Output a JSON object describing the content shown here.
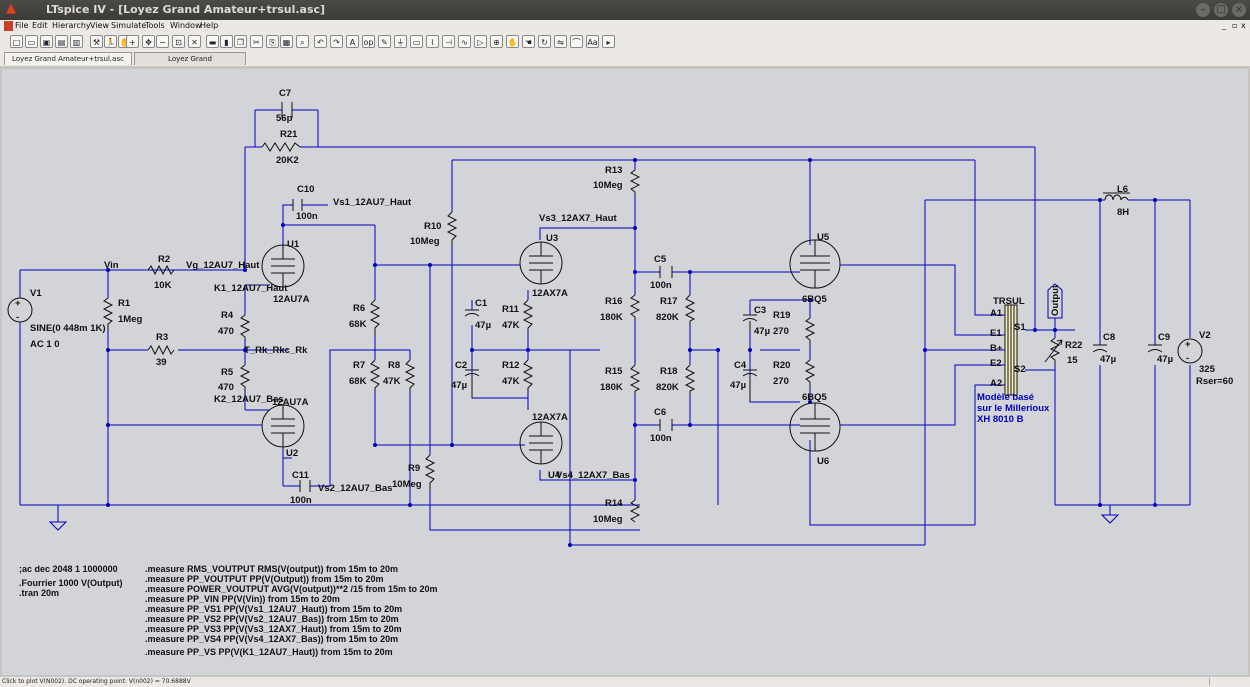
{
  "window": {
    "title": "LTspice IV - [Loyez Grand Amateur+trsul.asc]"
  },
  "menu": [
    "File",
    "Edit",
    "Hierarchy",
    "View",
    "Simulate",
    "Tools",
    "Window",
    "Help"
  ],
  "tabs": [
    "Loyez Grand Amateur+trsul.asc",
    "Loyez Grand Amateur+trsul.raw"
  ],
  "toolbar_icons": [
    "new-icon",
    "open-icon",
    "save-icon",
    "print-setup-icon",
    "print-icon",
    "control-panel-icon",
    "run-icon",
    "halt-icon",
    "zoom-in-icon",
    "pan-icon",
    "zoom-out-icon",
    "zoom-fit-icon",
    "cancel-icon",
    "tile-horizontal-icon",
    "tile-vertical-icon",
    "cascade-icon",
    "cut-icon",
    "copy-icon",
    "paste-icon",
    "find-icon",
    "undo-icon",
    "redo-icon",
    "text-icon",
    "spice-directive-icon",
    "wire-icon",
    "ground-icon",
    "label-icon",
    "resistor-icon",
    "capacitor-icon",
    "inductor-icon",
    "diode-icon",
    "component-icon",
    "move-icon",
    "drag-icon",
    "rotate-icon",
    "mirror-icon",
    "draw-icon",
    "font-icon",
    "pick-icon"
  ],
  "schematic": {
    "components": {
      "C7": {
        "ref": "C7",
        "value": "56p"
      },
      "R21": {
        "ref": "R21",
        "value": "20K2"
      },
      "C10": {
        "ref": "C10",
        "value": "100n"
      },
      "U1": {
        "ref": "U1",
        "model": "12AU7A"
      },
      "U2": {
        "ref": "U2",
        "model": "12AU7A"
      },
      "U3": {
        "ref": "U3",
        "model": "12AX7A"
      },
      "U4": {
        "ref": "U4",
        "model": "12AX7A"
      },
      "U5": {
        "ref": "U5",
        "model": "6BQ5"
      },
      "U6": {
        "ref": "U6",
        "model": "6BQ5"
      },
      "V1": {
        "ref": "V1",
        "value": "SINE(0 448m 1K)",
        "ac": "AC 1 0"
      },
      "V2": {
        "ref": "V2",
        "value": "325",
        "rser": "Rser=60"
      },
      "R1": {
        "ref": "R1",
        "value": "1Meg"
      },
      "R2": {
        "ref": "R2",
        "value": "10K"
      },
      "R3": {
        "ref": "R3",
        "value": "39"
      },
      "R4": {
        "ref": "R4",
        "value": "470"
      },
      "R5": {
        "ref": "R5",
        "value": "470"
      },
      "R6": {
        "ref": "R6",
        "value": "68K"
      },
      "R7": {
        "ref": "R7",
        "value": "68K"
      },
      "R8": {
        "ref": "R8",
        "value": "47K"
      },
      "R9": {
        "ref": "R9",
        "value": "10Meg"
      },
      "R10": {
        "ref": "R10",
        "value": "10Meg"
      },
      "R11": {
        "ref": "R11",
        "value": "47K"
      },
      "R12": {
        "ref": "R12",
        "value": "47K"
      },
      "R13": {
        "ref": "R13",
        "value": "10Meg"
      },
      "R14": {
        "ref": "R14",
        "value": "10Meg"
      },
      "R15": {
        "ref": "R15",
        "value": "180K"
      },
      "R16": {
        "ref": "R16",
        "value": "180K"
      },
      "R17": {
        "ref": "R17",
        "value": "820K"
      },
      "R18": {
        "ref": "R18",
        "value": "820K"
      },
      "R19": {
        "ref": "R19",
        "value": "270"
      },
      "R20": {
        "ref": "R20",
        "value": "270"
      },
      "R22": {
        "ref": "R22",
        "value": "15"
      },
      "C1": {
        "ref": "C1",
        "value": "47µ"
      },
      "C2": {
        "ref": "C2",
        "value": "47µ"
      },
      "C3": {
        "ref": "C3",
        "value": "47µ"
      },
      "C4": {
        "ref": "C4",
        "value": "47µ"
      },
      "C5": {
        "ref": "C5",
        "value": "100n"
      },
      "C6": {
        "ref": "C6",
        "value": "100n"
      },
      "C8": {
        "ref": "C8",
        "value": "47µ"
      },
      "C9": {
        "ref": "C9",
        "value": "47µ"
      },
      "C11": {
        "ref": "C11",
        "value": "100n"
      },
      "L6": {
        "ref": "L6",
        "value": "8H"
      },
      "TRSUL": {
        "ref": "TRSUL",
        "pins": [
          "A1",
          "E1",
          "B+",
          "E2",
          "A2",
          "S1",
          "S2"
        ]
      }
    },
    "nets": [
      "Vin",
      "Vg_12AU7_Haut",
      "K1_12AU7_Haut",
      "T_Rk_Rkc_Rk",
      "K2_12AU7_Bas",
      "Vs1_12AU7_Haut",
      "Vs2_12AU7_Bas",
      "Vs3_12AX7_Haut",
      "Vs4_12AX7_Bas",
      "Output"
    ],
    "note": [
      "Modèle basé",
      "sur le Millerioux",
      "XH 8010 B"
    ],
    "directives": [
      ";ac dec 2048 1 1000000",
      ".Fourrier 1000 V(Output)",
      ".tran 20m"
    ],
    "measures": [
      ".measure RMS_VOUTPUT RMS(V(output)) from 15m to 20m",
      ".measure PP_VOUTPUT PP(V(Output)) from 15m to 20m",
      ".measure POWER_VOUTPUT AVG(V(output))**2 /15 from 15m to 20m",
      ".measure PP_VIN PP(V(Vin)) from 15m to 20m",
      ".measure PP_VS1 PP(V(Vs1_12AU7_Haut)) from 15m to 20m",
      ".measure PP_VS2 PP(V(Vs2_12AU7_Bas)) from 15m to 20m",
      ".measure PP_VS3 PP(V(Vs3_12AX7_Haut)) from 15m to 20m",
      ".measure PP_VS4 PP(V(Vs4_12AX7_Bas)) from 15m to 20m",
      ".measure PP_VS PP(V(K1_12AU7_Haut)) from 15m to 20m"
    ]
  },
  "status": "Click to plot V(N002). DC operating point: V(n002) = 70.6888V"
}
